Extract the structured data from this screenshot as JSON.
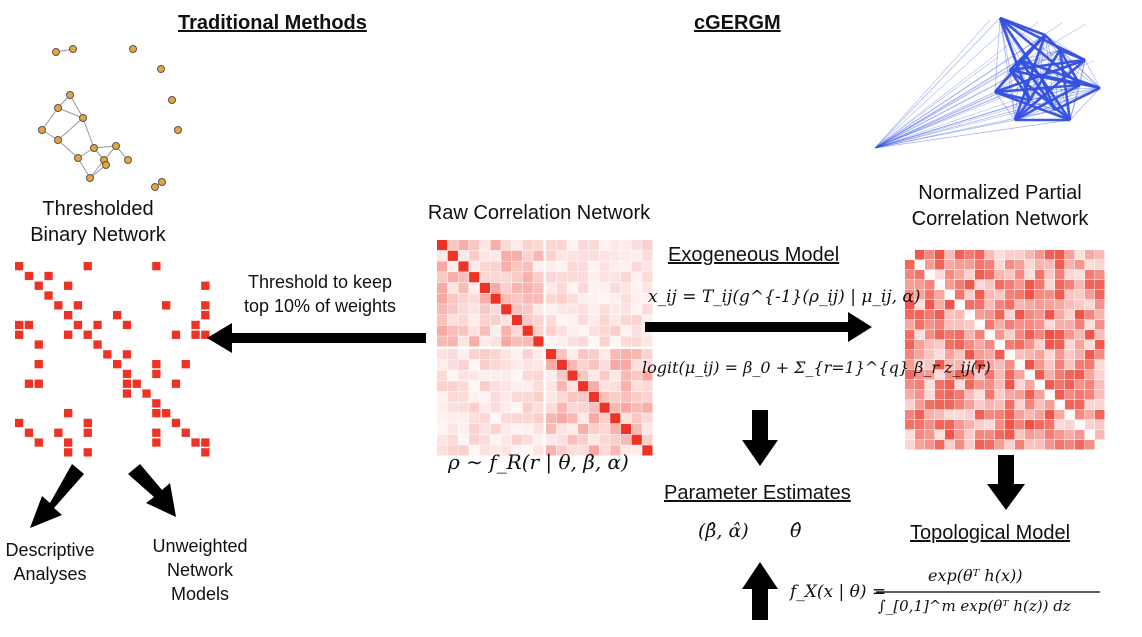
{
  "headers": {
    "traditional": "Traditional Methods",
    "cgergm": "cGERGM"
  },
  "labels": {
    "thresholded": [
      "Thresholded",
      "Binary Network"
    ],
    "raw_corr": "Raw Correlation Network",
    "normalized": [
      "Normalized Partial",
      "Correlation Network"
    ],
    "threshold_note": [
      "Threshold to keep",
      "top 10% of weights"
    ],
    "exogenous": "Exogeneous Model",
    "parameter": "Parameter Estimates",
    "topological": "Topological Model",
    "descriptive": [
      "Descriptive",
      "Analyses"
    ],
    "unweighted": [
      "Unweighted",
      "Network",
      "Models"
    ]
  },
  "formulas": {
    "rho": "ρ ∼ f_R(r | θ, β, α)",
    "x_ij": "x_ij = T_ij(g^{-1}(ρ_ij) | μ_ij, α)",
    "logit": "logit(μ_ij) = β_0 + Σ_{r=1}^{q} β_r z_ij(r)",
    "estimates_ba": "(β̂, α̂)",
    "estimates_theta": "θ̂",
    "fx_lhs": "f_X(x | θ) =",
    "fx_num": "exp(θᵀ h(x))",
    "fx_den": "∫_[0,1]^m exp(θᵀ h(z)) dz"
  },
  "colors": {
    "matrix_red": "#ee3224",
    "arrow": "#000000",
    "node": "#e8a53a",
    "net_blue": "#3350e0"
  }
}
